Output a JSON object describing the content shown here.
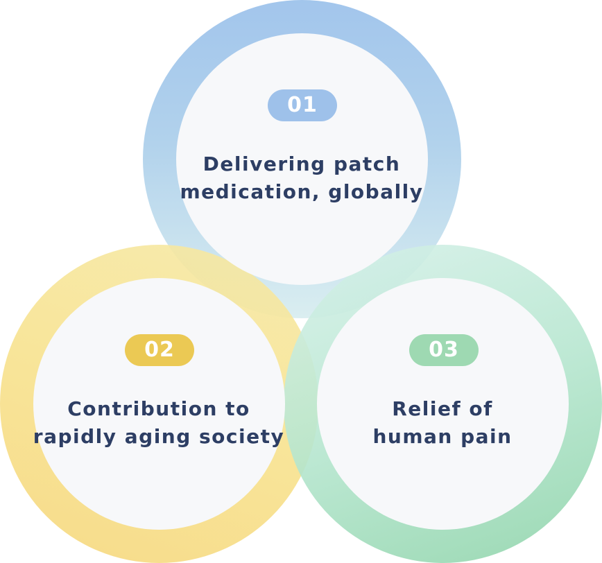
{
  "colors": {
    "ring_1": "#98bfea",
    "ring_2": "#f6d77c",
    "ring_3": "#8fd4aa",
    "badge_1": "#9ec1ea",
    "badge_2": "#ebc954",
    "badge_3": "#9ed9b2",
    "text": "#2d3e64",
    "inner_fill": "#f7f8fa"
  },
  "items": [
    {
      "number": "01",
      "lines": [
        "Delivering patch",
        "medication, globally"
      ]
    },
    {
      "number": "02",
      "lines": [
        "Contribution to",
        "rapidly aging society"
      ]
    },
    {
      "number": "03",
      "lines": [
        "Relief of",
        "human pain"
      ]
    }
  ]
}
